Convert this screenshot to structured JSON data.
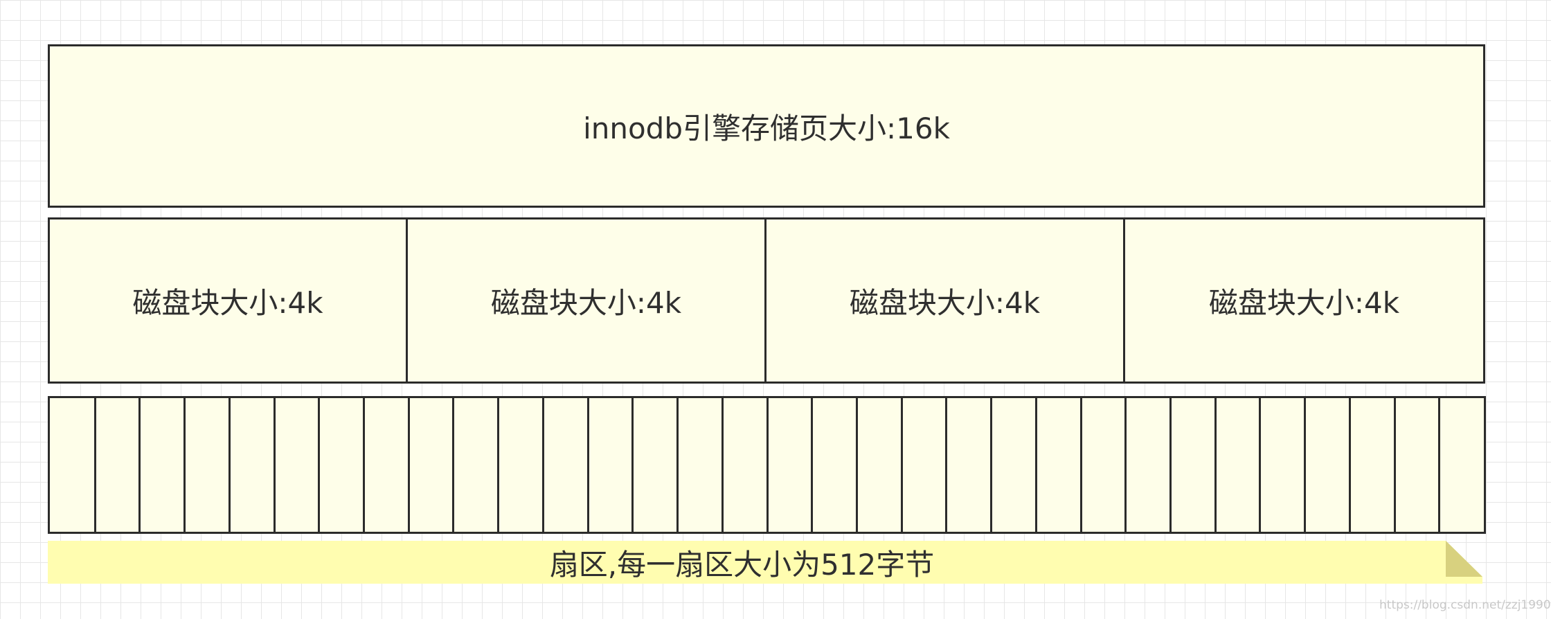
{
  "diagram": {
    "page_label": "innodb引擎存储页大小:16k",
    "blocks": [
      {
        "label": "磁盘块大小:4k"
      },
      {
        "label": "磁盘块大小:4k"
      },
      {
        "label": "磁盘块大小:4k"
      },
      {
        "label": "磁盘块大小:4k"
      }
    ],
    "sector_count": 32,
    "sector_note": "扇区,每一扇区大小为512字节",
    "watermark": "https://blog.csdn.net/zzj1990"
  },
  "colors": {
    "box_fill": "#fefee9",
    "stroke": "#2b2b2b",
    "note_fill": "#fffdb0",
    "note_fold": "#d8d17f",
    "grid": "#e6e6e6"
  }
}
